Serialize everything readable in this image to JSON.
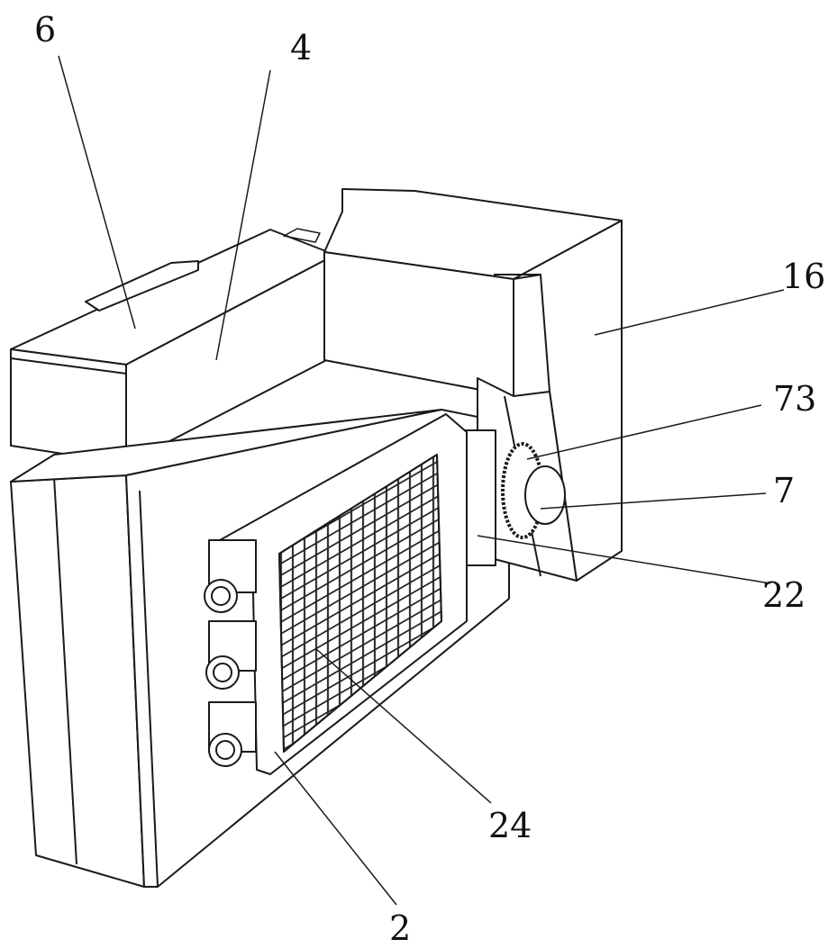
{
  "figure": {
    "labels": {
      "part_6": "6",
      "part_4": "4",
      "part_16": "16",
      "part_73": "73",
      "part_7": "7",
      "part_22": "22",
      "part_24": "24",
      "part_2": "2"
    },
    "line_color": "#1a1a1a",
    "background": "#ffffff"
  }
}
